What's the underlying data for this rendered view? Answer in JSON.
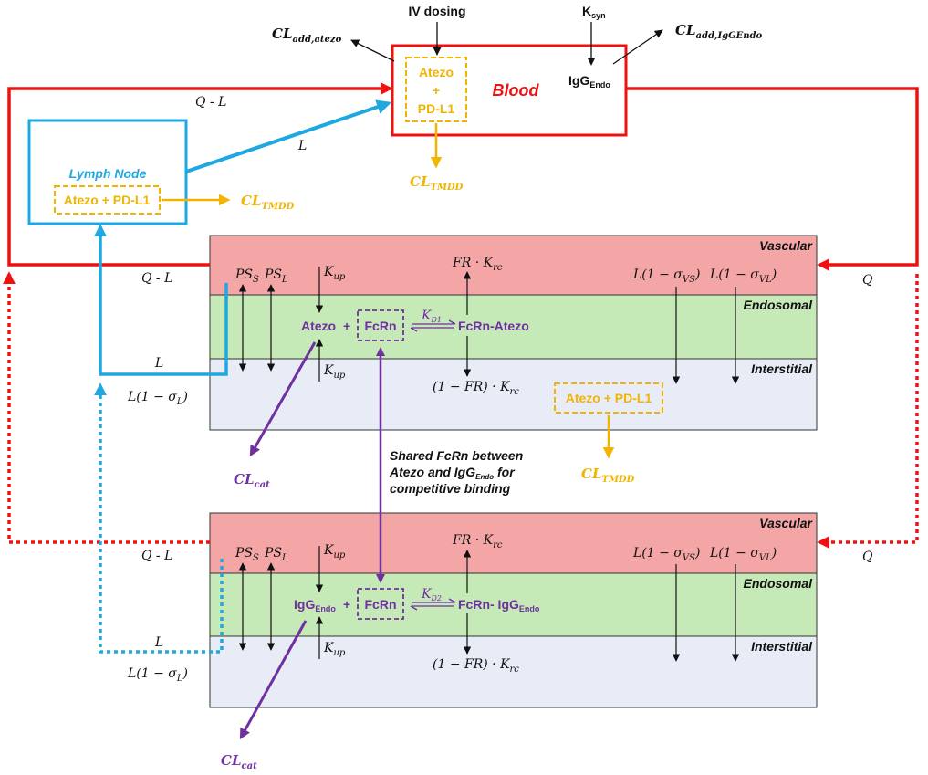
{
  "colors": {
    "blood_red": "#ee1111",
    "lymph_blue": "#1fa8e0",
    "tmdd_gold": "#f2b400",
    "fcrn_purple": "#7030a0",
    "vascular_fill": "#f4a6a6",
    "endosomal_fill": "#c6e9b8",
    "interstitial_fill": "#e8ecf6"
  },
  "blood": {
    "title": "Blood",
    "complex": [
      "Atezo",
      "+",
      "PD-L1"
    ],
    "igg_endo": {
      "base": "IgG",
      "sub": "Endo"
    },
    "iv_dosing": "IV dosing",
    "ksyn": {
      "base": "K",
      "sub": "syn"
    },
    "cl_add_atezo": {
      "base": "CL",
      "sub": "add,atezo"
    },
    "cl_add_iggendo": {
      "base": "CL",
      "sub": "add,IgGEndo"
    },
    "cl_tmdd": {
      "base": "CL",
      "sub": "TMDD"
    }
  },
  "lymph_node": {
    "title": "Lymph Node",
    "complex": "Atezo + PD-L1",
    "cl_tmdd": {
      "base": "CL",
      "sub": "TMDD"
    }
  },
  "flows": {
    "q_minus_l": "Q - L",
    "l": "L",
    "q": "Q",
    "l_sigma_l": "L(1 − σ",
    "l_sigma_l_sub": "L",
    "l_sigma_l_end": ")"
  },
  "layers": {
    "vascular": "Vascular",
    "endosomal": "Endosomal",
    "interstitial": "Interstitial"
  },
  "tissue_atezo": {
    "ps_s": {
      "base": "PS",
      "sub": "S"
    },
    "ps_l": {
      "base": "PS",
      "sub": "L"
    },
    "k_up": {
      "base": "K",
      "sub": "up"
    },
    "fr_krc": "FR · K",
    "fr_krc_sub": "rc",
    "one_minus_fr_krc": "(1 − FR) · K",
    "one_minus_fr_krc_sub": "rc",
    "l_sigma_vs": {
      "pre": "L(1 − σ",
      "sub": "VS",
      "post": ")"
    },
    "l_sigma_vl": {
      "pre": "L(1 − σ",
      "sub": "VL",
      "post": ")"
    },
    "drug": "Atezo",
    "plus": "+",
    "fcrn": "FcRn",
    "kd": {
      "base": "K",
      "sub": "D1"
    },
    "complex": "FcRn-Atezo",
    "interstitial_complex": "Atezo + PD-L1",
    "cl_tmdd": {
      "base": "CL",
      "sub": "TMDD"
    },
    "cl_cat": {
      "base": "CL",
      "sub": "cat"
    }
  },
  "tissue_igg": {
    "drug": {
      "base": "IgG",
      "sub": "Endo"
    },
    "plus": "+",
    "fcrn": "FcRn",
    "kd": {
      "base": "K",
      "sub": "D2"
    },
    "complex": {
      "base": "FcRn- IgG",
      "sub": "Endo"
    },
    "cl_cat": {
      "base": "CL",
      "sub": "cat"
    }
  },
  "shared_note": {
    "line1": "Shared FcRn between",
    "line2_pre": "Atezo and IgG",
    "line2_sub": "Endo",
    "line2_post": " for",
    "line3": "competitive binding"
  }
}
